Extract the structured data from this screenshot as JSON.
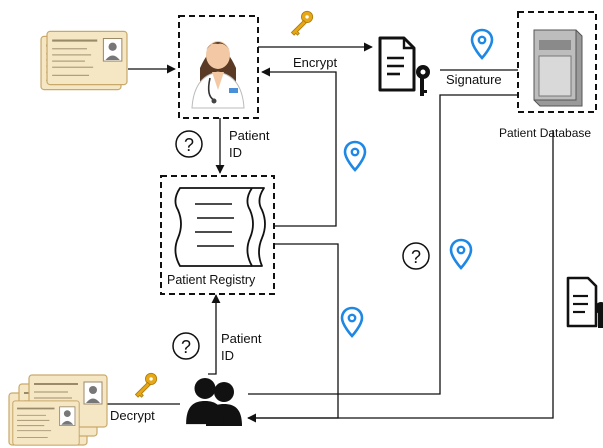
{
  "labels": {
    "encrypt": "Encrypt",
    "signature": "Signature",
    "patient_database": "Patient Database",
    "patient_id_top_line1": "Patient",
    "patient_id_top_line2": "ID",
    "patient_registry": "Patient Registry",
    "patient_id_bottom_line1": "Patient",
    "patient_id_bottom_line2": "ID",
    "decrypt": "Decrypt",
    "question_mark": "?"
  },
  "colors": {
    "line": "#111111",
    "location_pin": "#1e88e5",
    "key": "#e6a817",
    "card_fill": "#f5e6c4",
    "card_stroke": "#c9a96a"
  },
  "icons": {
    "patient_card_stack": "id-card-stack-icon",
    "doctor": "doctor-icon",
    "document_key": "document-key-icon",
    "database": "database-server-icon",
    "registry_scroll": "scroll-icon",
    "users": "users-group-icon",
    "location_pin": "location-pin-icon",
    "key": "key-icon",
    "question": "question-circle-icon"
  }
}
